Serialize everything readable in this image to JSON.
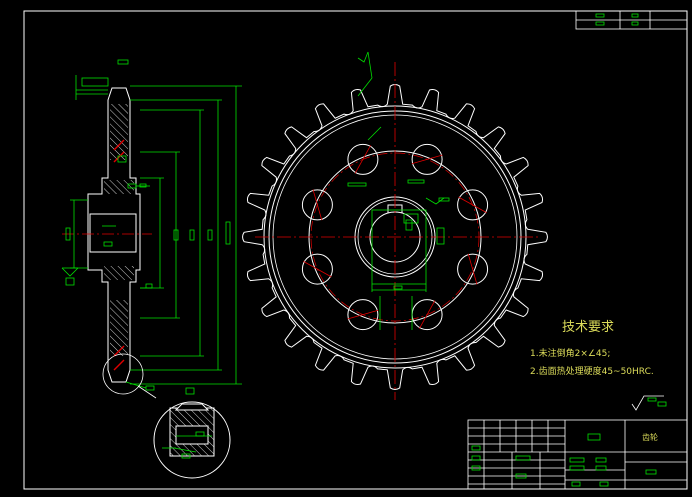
{
  "colors": {
    "background": "#000000",
    "outline": "#ffffff",
    "dimension": "#00e000",
    "centerline": "#e00000",
    "text": "#dcdc5a"
  },
  "technical_requirements": {
    "heading": "技术要求",
    "items": [
      "1.未注倒角2×∠45;",
      "2.齿面热处理硬度45~50HRC."
    ]
  },
  "title_block": {
    "part_name": "齿轮"
  },
  "sprocket": {
    "teeth": 24,
    "bolt_holes": 8
  }
}
